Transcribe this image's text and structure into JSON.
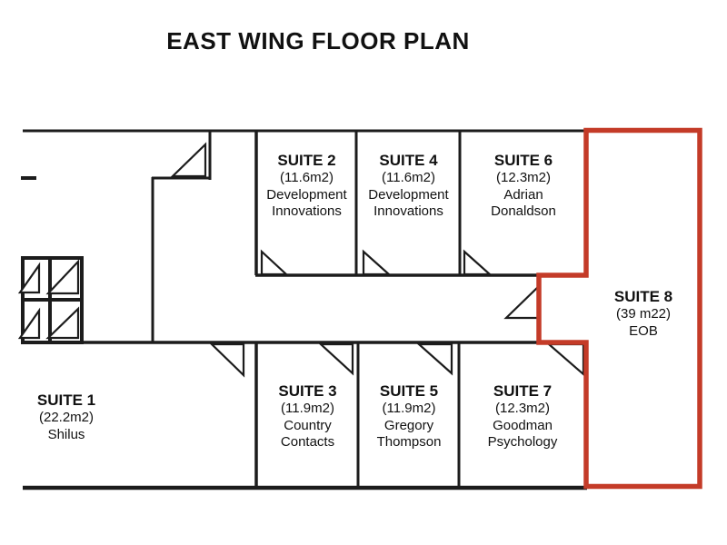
{
  "title": "EAST WING FLOOR PLAN",
  "colors": {
    "wall_color": "#1c1c1c",
    "highlight_color": "#c43b28"
  },
  "suites": {
    "suite1": {
      "name": "SUITE 1",
      "area": "(22.2m2)",
      "lines": [
        "Shilus"
      ]
    },
    "suite2": {
      "name": "SUITE 2",
      "area": "(11.6m2)",
      "lines": [
        "Development",
        "Innovations"
      ]
    },
    "suite3": {
      "name": "SUITE 3",
      "area": "(11.9m2)",
      "lines": [
        "Country",
        "Contacts"
      ]
    },
    "suite4": {
      "name": "SUITE 4",
      "area": "(11.6m2)",
      "lines": [
        "Development",
        "Innovations"
      ]
    },
    "suite5": {
      "name": "SUITE 5",
      "area": "(11.9m2)",
      "lines": [
        "Gregory",
        "Thompson"
      ]
    },
    "suite6": {
      "name": "SUITE 6",
      "area": "(12.3m2)",
      "lines": [
        "Adrian",
        "Donaldson"
      ]
    },
    "suite7": {
      "name": "SUITE 7",
      "area": "(12.3m2)",
      "lines": [
        "Goodman",
        "Psychology"
      ]
    },
    "suite8": {
      "name": "SUITE 8",
      "area": "(39 m22)",
      "lines": [
        "EOB"
      ]
    }
  }
}
